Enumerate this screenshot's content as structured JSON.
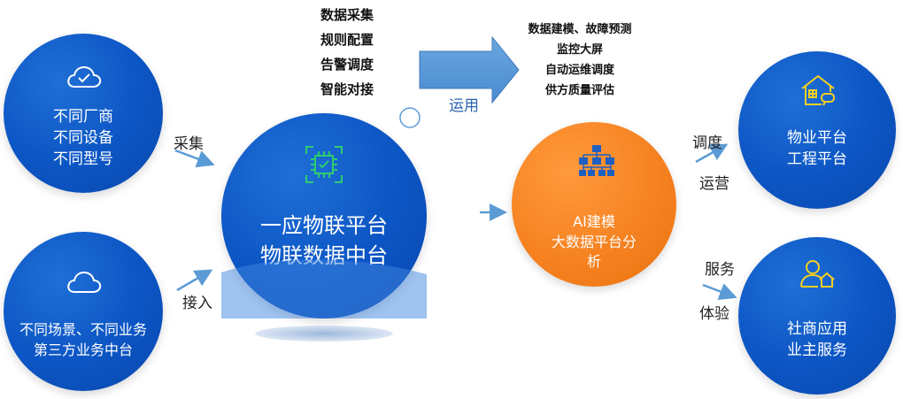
{
  "colors": {
    "blue": "#0c55c4",
    "orange": "#f5801f",
    "arrow_blue": "#5b9bd5",
    "icon_green": "#2ecc71",
    "icon_yellow": "#f5d020"
  },
  "left_circles": [
    {
      "icon": "cloud-check-icon",
      "lines": [
        "不同厂商",
        "不同设备",
        "不同型号"
      ]
    },
    {
      "icon": "cloud-icon",
      "lines": [
        "不同场景、不同业务",
        "第三方业务中台"
      ]
    }
  ],
  "left_labels": {
    "collect": "采集",
    "access": "接入"
  },
  "center_circle": {
    "icon": "chip-icon",
    "lines": [
      "一应物联平台",
      "物联数据中台"
    ]
  },
  "top_list_left": [
    "数据采集",
    "规则配置",
    "告警调度",
    "智能对接"
  ],
  "big_arrow_label": "运用",
  "top_list_right": [
    "数据建模、故障预测",
    "监控大屏",
    "自动运维调度",
    "供方质量评估"
  ],
  "ai_circle": {
    "icon": "hierarchy-icon",
    "lines": [
      "AI建模",
      "大数据平台分",
      "析"
    ]
  },
  "right_labels": {
    "dispatch": "调度",
    "operate": "运营",
    "service": "服务",
    "experience": "体验"
  },
  "right_circles": [
    {
      "icon": "house-icon",
      "lines": [
        "物业平台",
        "工程平台"
      ]
    },
    {
      "icon": "person-house-icon",
      "lines": [
        "社商应用",
        "业主服务"
      ]
    }
  ]
}
